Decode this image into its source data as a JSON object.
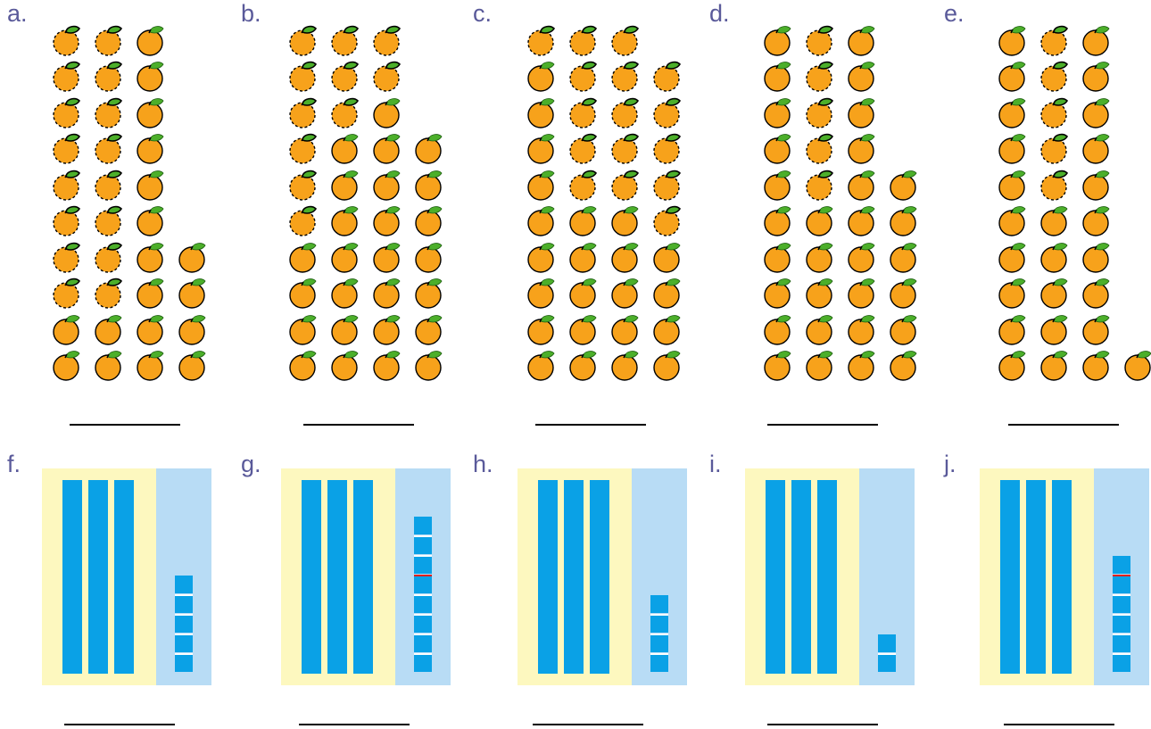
{
  "colors": {
    "label": "#5a5a9a",
    "orange_fill": "#f7a21b",
    "leaf": "#4caf2a",
    "tens_background": "#fdf8bf",
    "ones_background": "#b8dcf5",
    "block": "#0aa1e6",
    "five_marker": "#e0201a"
  },
  "icons": {
    "fruit": "orange-icon",
    "ten": "ten-rod",
    "one": "one-cube"
  },
  "orange_problems": [
    {
      "label": "a.",
      "column_counts": [
        10,
        10,
        10,
        4
      ],
      "dashed_counts": [
        8,
        8,
        0,
        0
      ]
    },
    {
      "label": "b.",
      "column_counts": [
        10,
        10,
        10,
        7
      ],
      "dashed_counts": [
        6,
        3,
        2,
        0
      ]
    },
    {
      "label": "c.",
      "column_counts": [
        10,
        10,
        10,
        9
      ],
      "dashed_counts": [
        1,
        5,
        5,
        5
      ]
    },
    {
      "label": "d.",
      "column_counts": [
        10,
        10,
        10,
        6
      ],
      "dashed_counts": [
        0,
        5,
        0,
        0
      ]
    },
    {
      "label": "e.",
      "column_counts": [
        10,
        10,
        10,
        1
      ],
      "dashed_counts": [
        0,
        5,
        0,
        0
      ]
    }
  ],
  "block_problems": [
    {
      "label": "f.",
      "tens": 3,
      "ones": 5
    },
    {
      "label": "g.",
      "tens": 3,
      "ones": 8
    },
    {
      "label": "h.",
      "tens": 3,
      "ones": 4
    },
    {
      "label": "i.",
      "tens": 3,
      "ones": 2
    },
    {
      "label": "j.",
      "tens": 3,
      "ones": 6
    }
  ]
}
